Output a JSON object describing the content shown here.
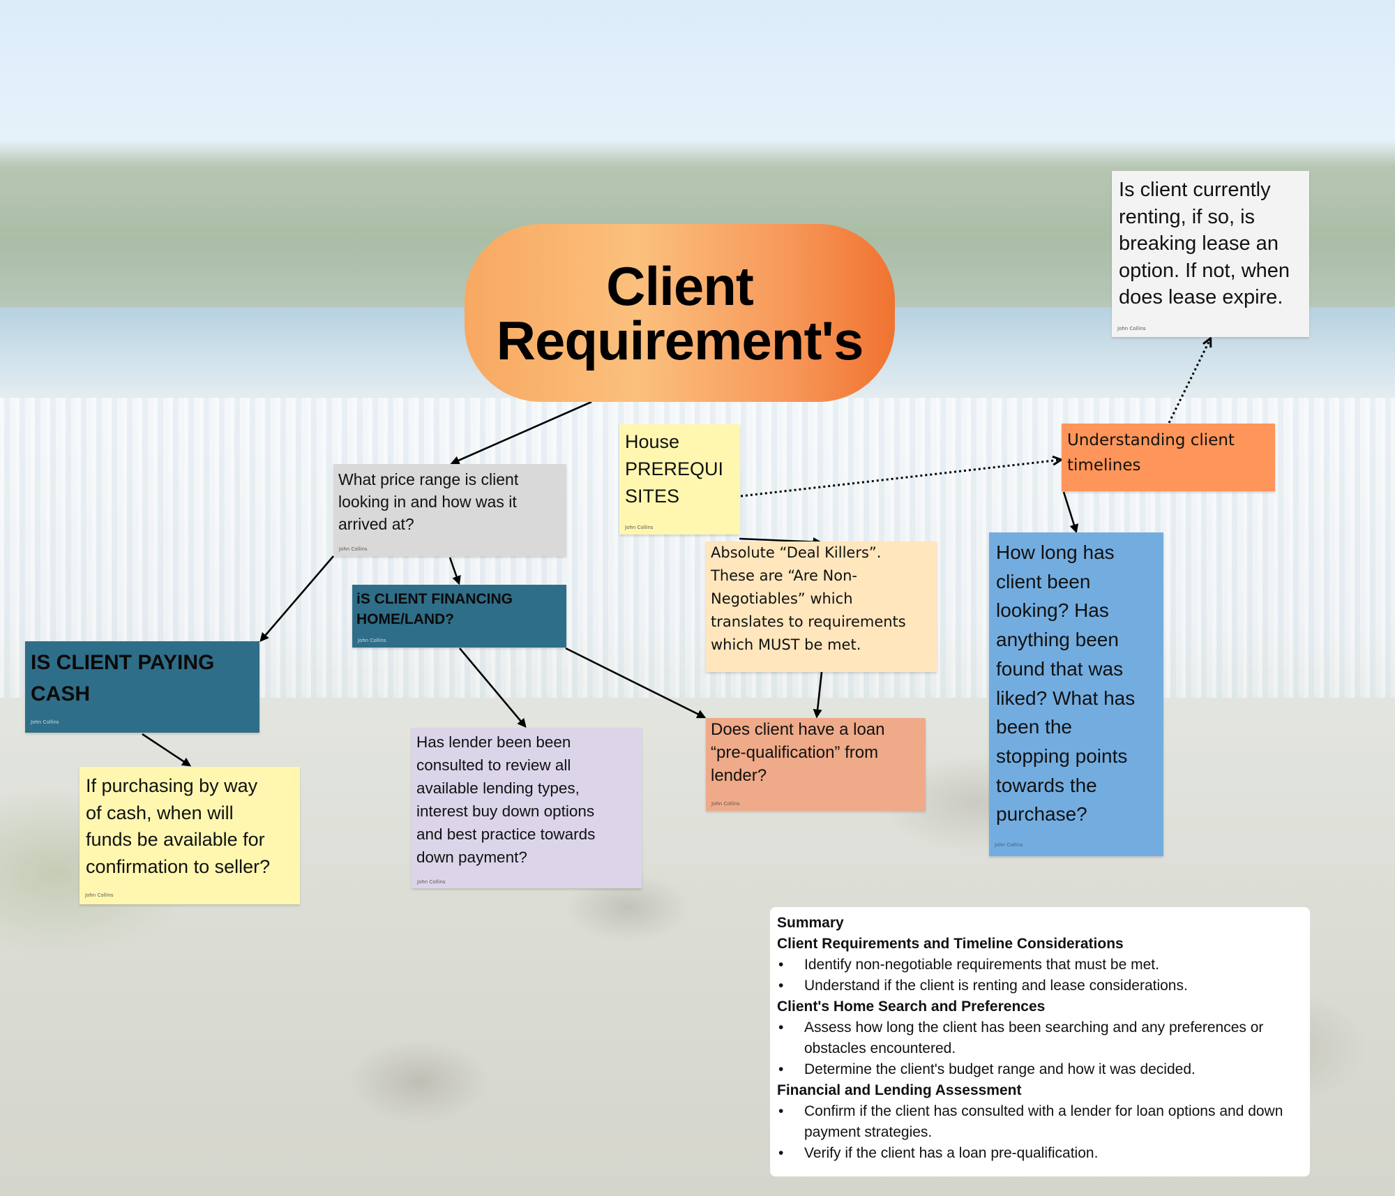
{
  "title": "Client\nRequirement's",
  "author": "John Collins",
  "notes": {
    "renting": "Is client currently\nrenting, if so, is\nbreaking lease an\noption. If not, when\ndoes lease expire.",
    "price_range": "What price range is client\nlooking in and how was it\narrived at?",
    "house_prerequisites": "House\nPREREQUI\nSITES",
    "understanding_timelines": "Understanding client\ntimelines",
    "financing": "iS CLIENT FINANCING\nHOME/LAND?",
    "deal_killers": "Absolute “Deal Killers”.\nThese are “Are Non-\nNegotiables” which\ntranslates to requirements\nwhich MUST be met.",
    "how_long_looking": "How long has\nclient been\nlooking? Has\nanything been\nfound that was\nliked? What has\nbeen the\nstopping points\ntowards the\npurchase?",
    "paying_cash": "IS CLIENT PAYING\nCASH",
    "purchasing_cash": "If purchasing by way\nof cash, when will\nfunds be available for\nconfirmation to seller?",
    "lender_consulted": "Has lender been been\nconsulted to review all\navailable lending types,\ninterest buy down options\nand best practice towards\ndown payment?",
    "loan_prequalification": "Does client have a loan\n“pre-qualification” from\nlender?"
  },
  "colors": {
    "title_gradient_start": "#f8a861",
    "title_gradient_end": "#f07330",
    "note_gray": "#d9d9d9",
    "note_light": "#f3f3f3",
    "note_yellow": "#fff7b0",
    "note_orange": "#fe955a",
    "note_teal": "#2f6e88",
    "note_peach": "#ffe6bd",
    "note_blue": "#73ade0",
    "note_lavender": "#dcd5ea",
    "note_salmon": "#efaa89"
  },
  "summary": {
    "heading": "Summary",
    "sections": [
      {
        "title": "Client Requirements and Timeline Considerations",
        "items": [
          "Identify non-negotiable requirements that must be met.",
          "Understand if the client is renting and lease considerations."
        ]
      },
      {
        "title": "Client's Home Search and Preferences",
        "items": [
          "Assess how long the client has been searching and any preferences or obstacles encountered.",
          "Determine the client's budget range and how it was decided."
        ]
      },
      {
        "title": "Financial and Lending Assessment",
        "items": [
          "Confirm if the client has consulted with a lender for loan options and down payment strategies.",
          "Verify if the client has a loan pre-qualification."
        ]
      }
    ]
  },
  "connections": [
    {
      "from": "title",
      "to": "price_range",
      "style": "solid"
    },
    {
      "from": "price_range",
      "to": "paying_cash",
      "style": "solid"
    },
    {
      "from": "price_range",
      "to": "financing",
      "style": "solid"
    },
    {
      "from": "paying_cash",
      "to": "purchasing_cash",
      "style": "solid"
    },
    {
      "from": "financing",
      "to": "lender_consulted",
      "style": "solid"
    },
    {
      "from": "financing",
      "to": "loan_prequalification",
      "style": "solid"
    },
    {
      "from": "house_prerequisites",
      "to": "deal_killers",
      "style": "solid"
    },
    {
      "from": "deal_killers",
      "to": "loan_prequalification",
      "style": "solid"
    },
    {
      "from": "house_prerequisites",
      "to": "understanding_timelines",
      "style": "dotted"
    },
    {
      "from": "understanding_timelines",
      "to": "renting",
      "style": "dotted"
    },
    {
      "from": "understanding_timelines",
      "to": "how_long_looking",
      "style": "solid"
    }
  ]
}
